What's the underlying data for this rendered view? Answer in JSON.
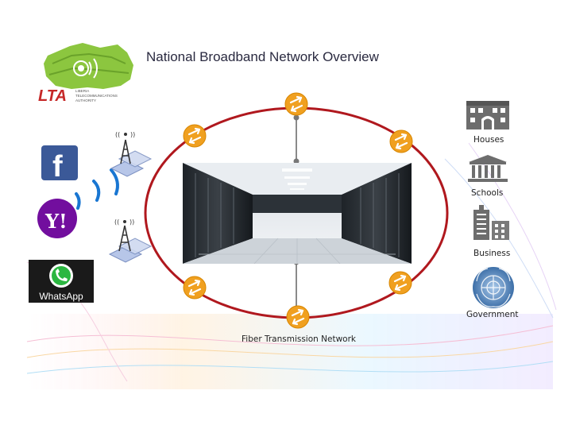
{
  "title": "National Broadband Network Overview",
  "logo": {
    "acronym": "LTA",
    "lines": [
      "LIBERIA",
      "TELECOMMUNICATIONS",
      "AUTHORITY"
    ]
  },
  "apps": {
    "facebook": "f",
    "yahoo": "Y!",
    "whatsapp": "WhatsApp"
  },
  "network_label": "Fiber Transmission Network",
  "endpoints": {
    "houses": "Houses",
    "schools": "Schools",
    "business": "Business",
    "government": "Government"
  },
  "colors": {
    "ring": "#b0181e",
    "router": "#f0a020",
    "facebook": "#3b5998",
    "yahoo": "#720e9e",
    "whatsapp_bg": "#1a1a1a",
    "whatsapp_green": "#2bb741",
    "logo_green": "#8cc63f",
    "logo_red": "#c62828",
    "wave_blue": "#1976d2",
    "endpoint_gray": "#6d6d6d"
  }
}
